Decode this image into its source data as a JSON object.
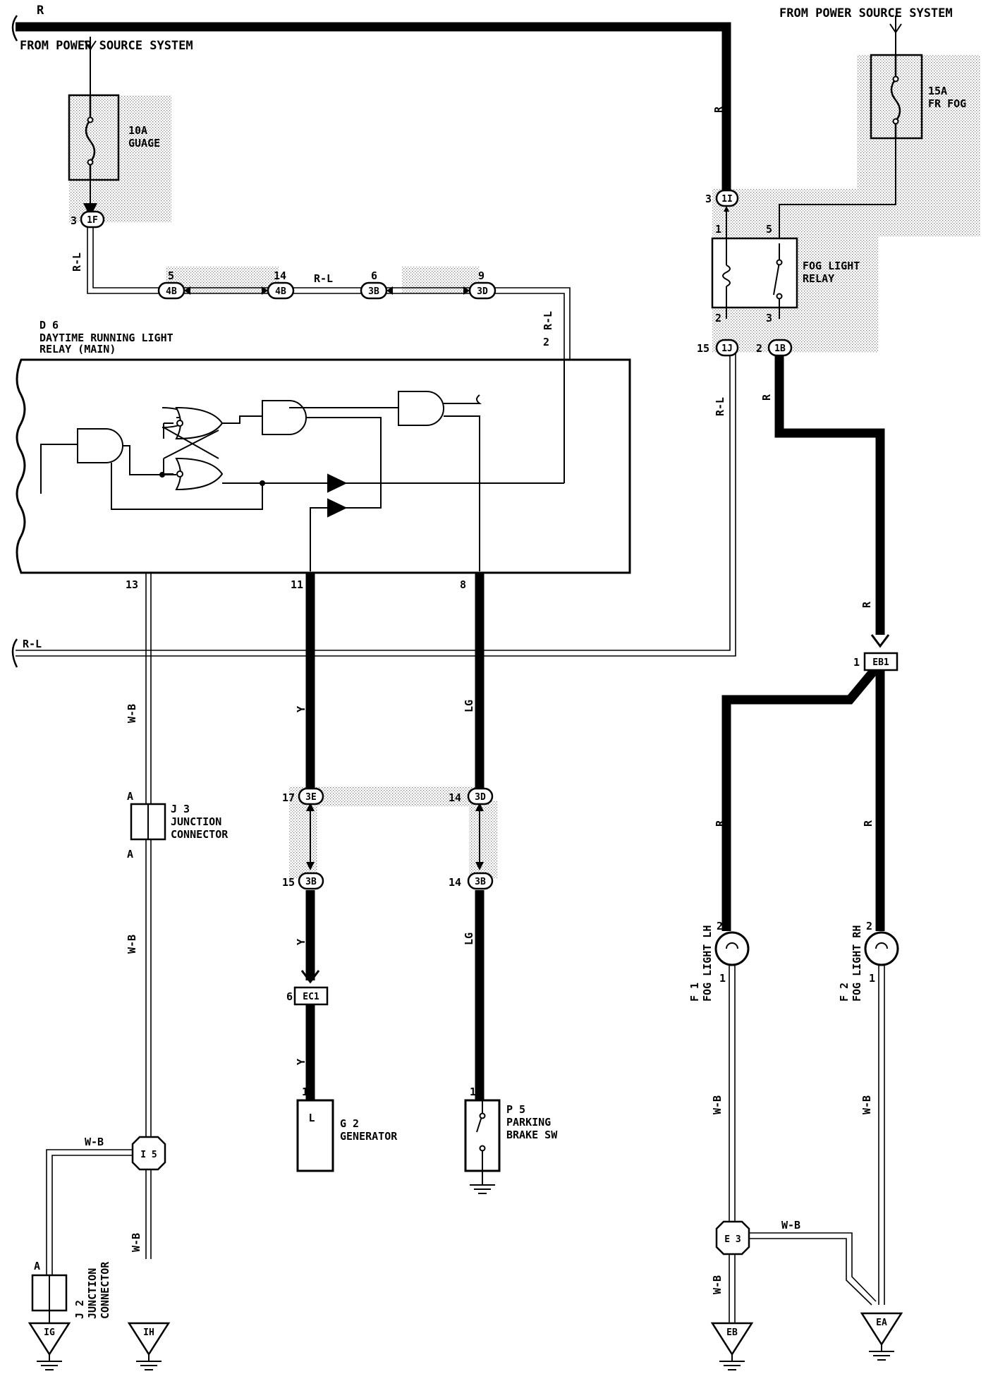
{
  "power_source_left": "FROM POWER SOURCE SYSTEM",
  "power_source_right": "FROM POWER SOURCE SYSTEM",
  "fuse_gauge": {
    "rating": "10A",
    "name": "GUAGE"
  },
  "fuse_fog": {
    "rating": "15A",
    "name": "FR FOG"
  },
  "relay_main": {
    "id": "D 6",
    "name_line1": "DAYTIME RUNNING LIGHT",
    "name_line2": "RELAY (MAIN)"
  },
  "fog_relay": {
    "name_line1": "FOG LIGHT",
    "name_line2": "RELAY"
  },
  "junction_j3": {
    "id": "J 3",
    "name_line1": "JUNCTION",
    "name_line2": "CONNECTOR",
    "pin_top": "A",
    "pin_bottom": "A"
  },
  "junction_j2": {
    "id": "J 2",
    "name_line1": "JUNCTION",
    "name_line2": "CONNECTOR",
    "pin": "A"
  },
  "generator": {
    "id": "G 2",
    "name": "GENERATOR",
    "terminal": "L",
    "pin": "1"
  },
  "parking_brake": {
    "id": "P 5",
    "name_line1": "PARKING",
    "name_line2": "BRAKE SW",
    "pin": "1"
  },
  "fog_lh": {
    "id": "F 1",
    "name": "FOG LIGHT LH",
    "pin_top": "2",
    "pin_bottom": "1"
  },
  "fog_rh": {
    "id": "F 2",
    "name": "FOG LIGHT RH",
    "pin_top": "2",
    "pin_bottom": "1"
  },
  "wire_colors": {
    "top_r": "R",
    "r_right_vertical": "R",
    "rl_from_fuse": "R-L",
    "rl_mid": "R-L",
    "rl_to_relay": "R-L",
    "rl_fog_relay": "R-L",
    "rl_left": "R-L",
    "r_fog_out": "R",
    "r_to_eb1": "R",
    "r_lh": "R",
    "r_rh": "R",
    "wb_13": "W-B",
    "wb_j3": "W-B",
    "wb_i5_left": "W-B",
    "wb_i5_down": "W-B",
    "y_11": "Y",
    "y_3b": "Y",
    "y_ec1": "Y",
    "lg_8": "LG",
    "lg_3b": "LG",
    "wb_lh": "W-B",
    "wb_rh": "W-B",
    "wb_e3": "W-B",
    "wb_e3_down": "W-B"
  },
  "connectors": {
    "c1f": "1F",
    "c4b_a": "4B",
    "c4b_b": "4B",
    "c3b_a": "3B",
    "c3d_a": "3D",
    "c1i": "1I",
    "c1j": "1J",
    "c1b": "1B",
    "eb1": "EB1",
    "ec1": "EC1",
    "c3e": "3E",
    "c3d_b": "3D",
    "c3b_b": "3B",
    "c3b_c": "3B",
    "i5": "I 5",
    "e3": "E 3",
    "ig": "IG",
    "ih": "IH",
    "eb": "EB",
    "ea": "EA"
  },
  "pins": {
    "p1f": "3",
    "p4b_a": "5",
    "p4b_b": "14",
    "p3b_a": "6",
    "p3d_a": "9",
    "relay_2": "2",
    "p13": "13",
    "p11": "11",
    "p8": "8",
    "p1i": "3",
    "fr1": "1",
    "fr5": "5",
    "fr2": "2",
    "fr3": "3",
    "p1j": "15",
    "p1b": "2",
    "peb1": "1",
    "p3e": "17",
    "p3d_b": "14",
    "p3b_b": "15",
    "p3b_c": "14",
    "pec1": "6"
  }
}
